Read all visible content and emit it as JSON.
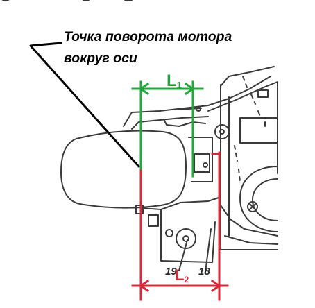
{
  "annotation": {
    "line1": "Точка поворота мотора",
    "line2": "вокруг оси"
  },
  "dimensions": {
    "l1": {
      "main": "L",
      "sub": "1"
    },
    "l2": {
      "main": "L",
      "sub": "2"
    }
  },
  "part_numbers": {
    "left": "19",
    "right": "18"
  },
  "colors": {
    "green": "#22a83a",
    "red": "#d8283a",
    "ink": "#000000"
  }
}
